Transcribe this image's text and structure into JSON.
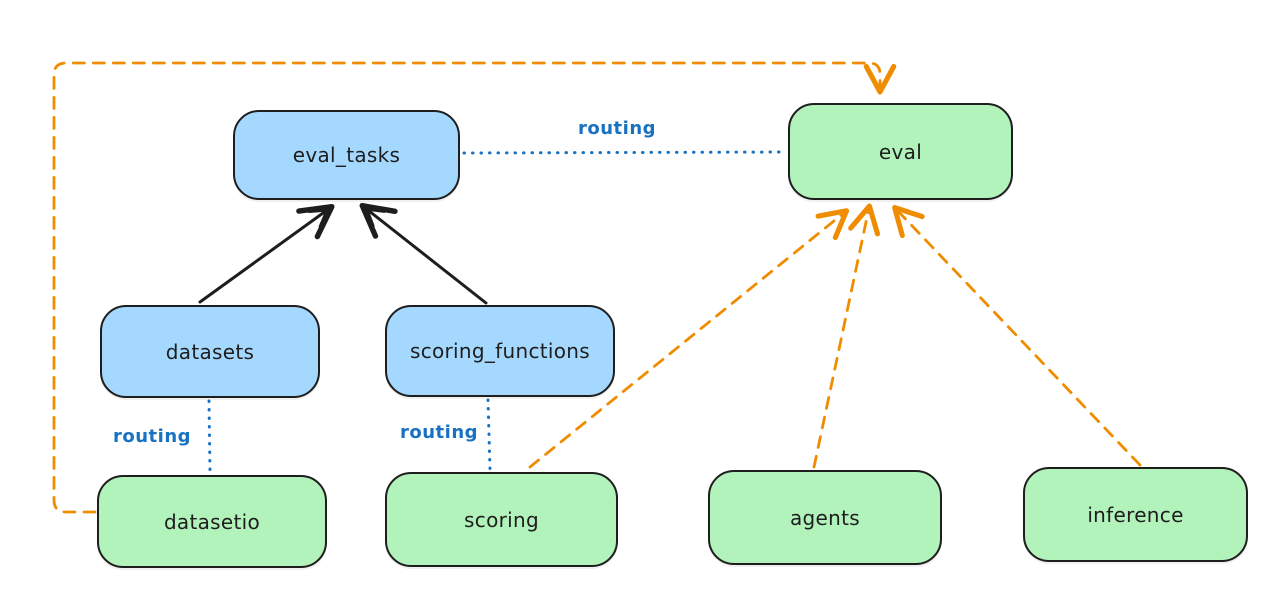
{
  "diagram": {
    "kind": "architecture-diagram",
    "colors": {
      "api_node_fill": "#a5d8ff",
      "provider_node_fill": "#b2f2bb",
      "node_border": "#1e1e1e",
      "solid_arrow": "#1e1e1e",
      "routing_blue": "#1971c2",
      "provider_orange": "#f08c00",
      "background": "#ffffff"
    },
    "nodes": {
      "eval_tasks": {
        "label": "eval_tasks",
        "color_role": "api"
      },
      "eval": {
        "label": "eval",
        "color_role": "provider"
      },
      "datasets": {
        "label": "datasets",
        "color_role": "api"
      },
      "scoring_functions": {
        "label": "scoring_functions",
        "color_role": "api"
      },
      "datasetio": {
        "label": "datasetio",
        "color_role": "provider"
      },
      "scoring": {
        "label": "scoring",
        "color_role": "provider"
      },
      "agents": {
        "label": "agents",
        "color_role": "provider"
      },
      "inference": {
        "label": "inference",
        "color_role": "provider"
      }
    },
    "edge_labels": {
      "eval_tasks_eval": "routing",
      "datasets_datasetio": "routing",
      "scoring_functions_scoring": "routing"
    },
    "edges": [
      {
        "from": "datasets",
        "to": "eval_tasks",
        "style": "solid-arrow",
        "color": "#1e1e1e"
      },
      {
        "from": "scoring_functions",
        "to": "eval_tasks",
        "style": "solid-arrow",
        "color": "#1e1e1e"
      },
      {
        "from": "eval_tasks",
        "to": "eval",
        "style": "dotted",
        "color": "#1971c2",
        "label": "routing"
      },
      {
        "from": "datasets",
        "to": "datasetio",
        "style": "dotted",
        "color": "#1971c2",
        "label": "routing"
      },
      {
        "from": "scoring_functions",
        "to": "scoring",
        "style": "dotted",
        "color": "#1971c2",
        "label": "routing"
      },
      {
        "from": "datasetio",
        "to": "eval",
        "style": "dashed-arrow",
        "color": "#f08c00",
        "route": "elbow-around-top-left"
      },
      {
        "from": "scoring",
        "to": "eval",
        "style": "dashed-arrow",
        "color": "#f08c00"
      },
      {
        "from": "agents",
        "to": "eval",
        "style": "dashed-arrow",
        "color": "#f08c00"
      },
      {
        "from": "inference",
        "to": "eval",
        "style": "dashed-arrow",
        "color": "#f08c00"
      }
    ]
  }
}
